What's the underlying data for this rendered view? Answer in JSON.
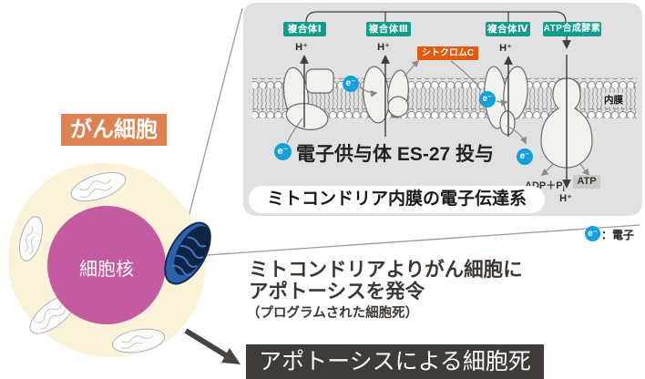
{
  "panel": {
    "badges": [
      {
        "label": "複合体Ⅰ"
      },
      {
        "label": "複合体Ⅲ"
      },
      {
        "label": "複合体Ⅳ"
      },
      {
        "label": "ATP合成酵素"
      }
    ],
    "h_plus": "H⁺",
    "cytochrome_c": "シトクロムC",
    "inner_membrane": "内膜",
    "adp_label": "ADP＋P",
    "adp_sub": "i",
    "atp_label": "ATP",
    "es27_text": "電子供与体 ES-27 投与",
    "caption": "ミトコンドリア内膜の電子伝達系"
  },
  "electron": {
    "symbol": "e⁻"
  },
  "legend": {
    "label": "：電子"
  },
  "cell": {
    "label": "がん細胞",
    "nucleus_label": "細胞核"
  },
  "annotation": {
    "line1": "ミトコンドリアよりがん細胞に",
    "line2": "アポトーシスを発令",
    "line3": "（プログラムされた細胞死）"
  },
  "result_box": {
    "label": "アポトーシスによる細胞死"
  },
  "colors": {
    "teal_badge": "#0f9e8b",
    "cytochrome_orange": "#e95709",
    "cancer_label_orange": "#e0814f",
    "electron_blue": "#14a0dc",
    "nucleus_magenta": "#c45aa0",
    "cell_cream": "#fbf2d7",
    "panel_gray": "#e1e1e1",
    "result_box_dark": "#403b39"
  }
}
